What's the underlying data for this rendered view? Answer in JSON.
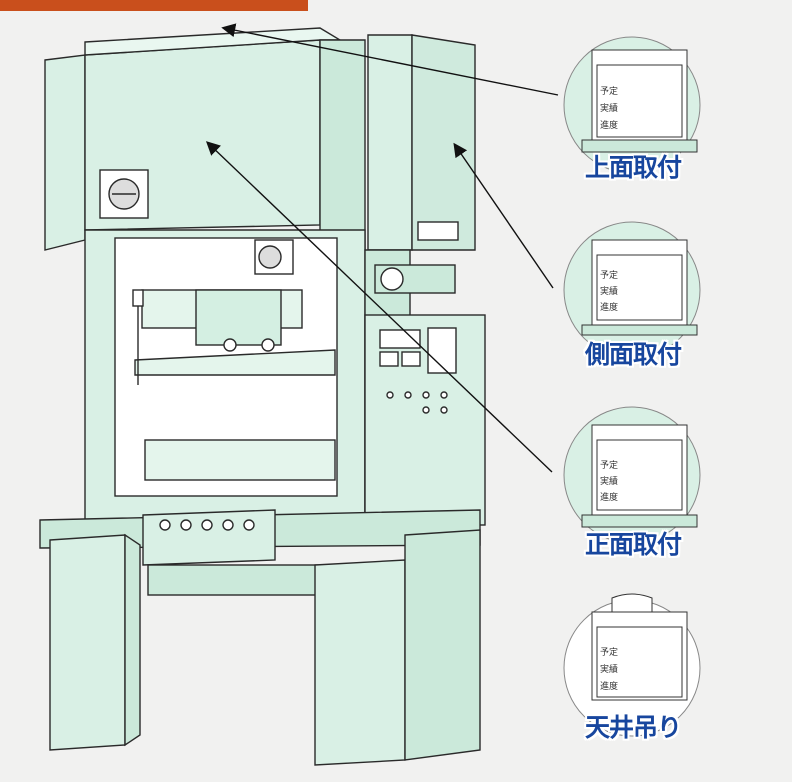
{
  "options": [
    {
      "id": "top",
      "label": "上面取付"
    },
    {
      "id": "side",
      "label": "側面取付"
    },
    {
      "id": "front",
      "label": "正面取付"
    },
    {
      "id": "ceiling",
      "label": "天井吊り"
    }
  ],
  "display_rows": [
    "予定",
    "実績",
    "進度"
  ],
  "colors": {
    "machine_fill": "#d9f0e5",
    "machine_stroke": "#2a2a2a",
    "accent_strip": "#c94f1c",
    "label": "#17469e"
  }
}
